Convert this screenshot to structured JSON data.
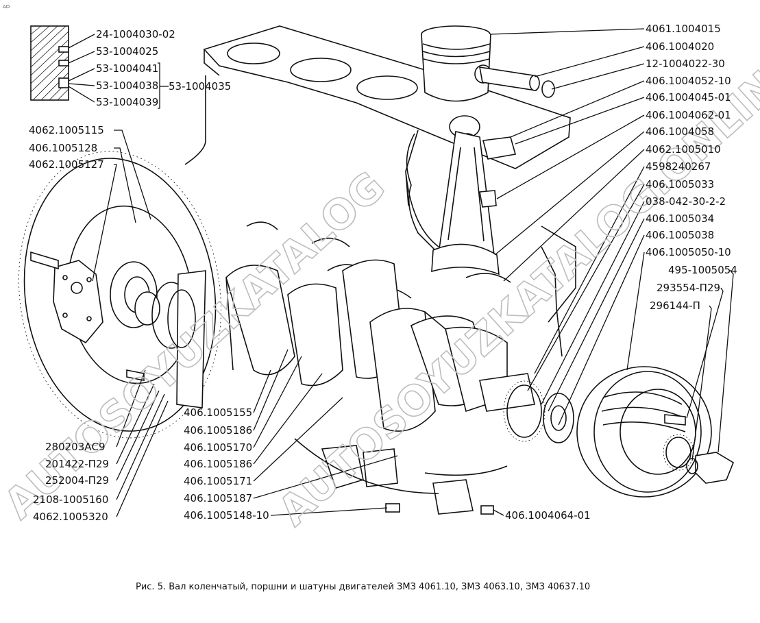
{
  "corner_mark": "AD",
  "watermark": {
    "left": "AUTOSOYUZKATALOG",
    "right": "AUTOSOYUZKATALOG.ONLINE"
  },
  "caption": "Рис. 5. Вал коленчатый, поршни и шатуны двигателей ЗМЗ 4061.10, ЗМЗ 4063.10, ЗМЗ 40637.10",
  "labels": {
    "left_top": [
      "24-1004030-02",
      "53-1004025",
      "53-1004041",
      "53-1004038",
      "53-1004039"
    ],
    "ring_set": "53-1004035",
    "left_mid": [
      "4062.1005115",
      "406.1005128",
      "4062.1005127"
    ],
    "left_bottom": [
      "280203АС9",
      "201422-П29",
      "252004-П29",
      "2108-1005160",
      "4062.1005320"
    ],
    "bottom_center": [
      "406.1005155",
      "406.1005186",
      "406.1005170",
      "406.1005186",
      "406.1005171",
      "406.1005187",
      "406.1005148-10"
    ],
    "bottom_right": "406.1004064-01",
    "right_column": [
      "4061.1004015",
      "406.1004020",
      "12-1004022-30",
      "406.1004052-10",
      "406.1004045-01",
      "406.1004062-01",
      "406.1004058",
      "4062.1005010",
      "4598240267",
      "406.1005033",
      "038-042-30-2-2",
      "406.1005034",
      "406.1005038",
      "406.1005050-10",
      "495-1005054",
      "293554-П29",
      "296144-П"
    ]
  }
}
